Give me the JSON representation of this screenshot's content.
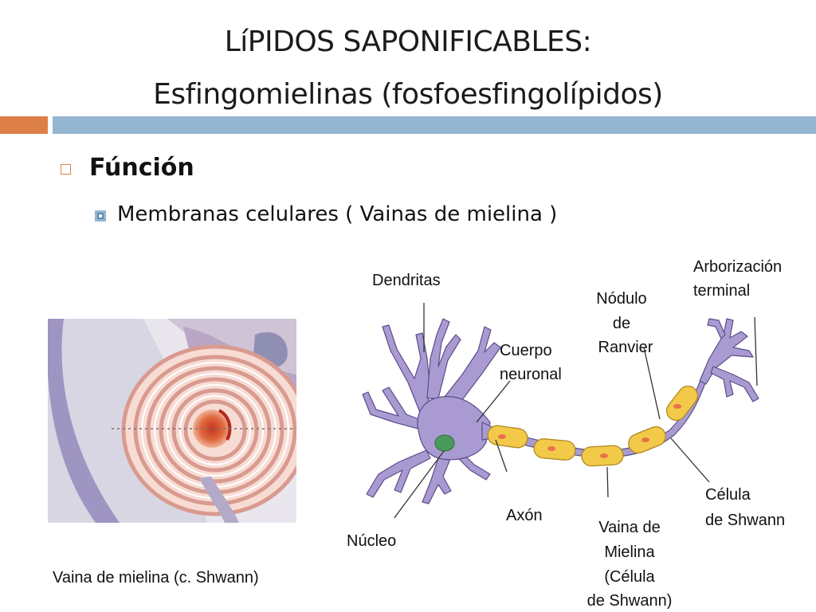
{
  "slide": {
    "title_line1": "LíPIDOS SAPONIFICABLES:",
    "title_line2": "Esfingomielinas (fosfoesfingolípidos)",
    "bullet1": "Fúnción",
    "bullet2": "Membranas celulares ( Vainas de mielina )"
  },
  "figure_left": {
    "caption": "Vaina de mielina (c. Shwann)"
  },
  "figure_right": {
    "labels": {
      "dendritas": "Dendritas",
      "nodulo_l1": "Nódulo",
      "nodulo_l2": "de",
      "nodulo_l3": "Ranvier",
      "arborizacion_l1": "Arborización",
      "arborizacion_l2": "terminal",
      "cuerpo_l1": "Cuerpo",
      "cuerpo_l2": "neuronal",
      "celula_l1": "Célula",
      "celula_l2": "de Shwann",
      "axon": "Axón",
      "nucleo": "Núcleo",
      "vaina_l1": "Vaina de",
      "vaina_l2": "Mielina",
      "vaina_l3": "(Célula",
      "vaina_l4": "de Shwann)"
    }
  },
  "colors": {
    "accent_orange": "#dd8047",
    "accent_blue": "#94b6d2",
    "neuron": "#a99bd1",
    "schwann": "#f3c94a"
  }
}
